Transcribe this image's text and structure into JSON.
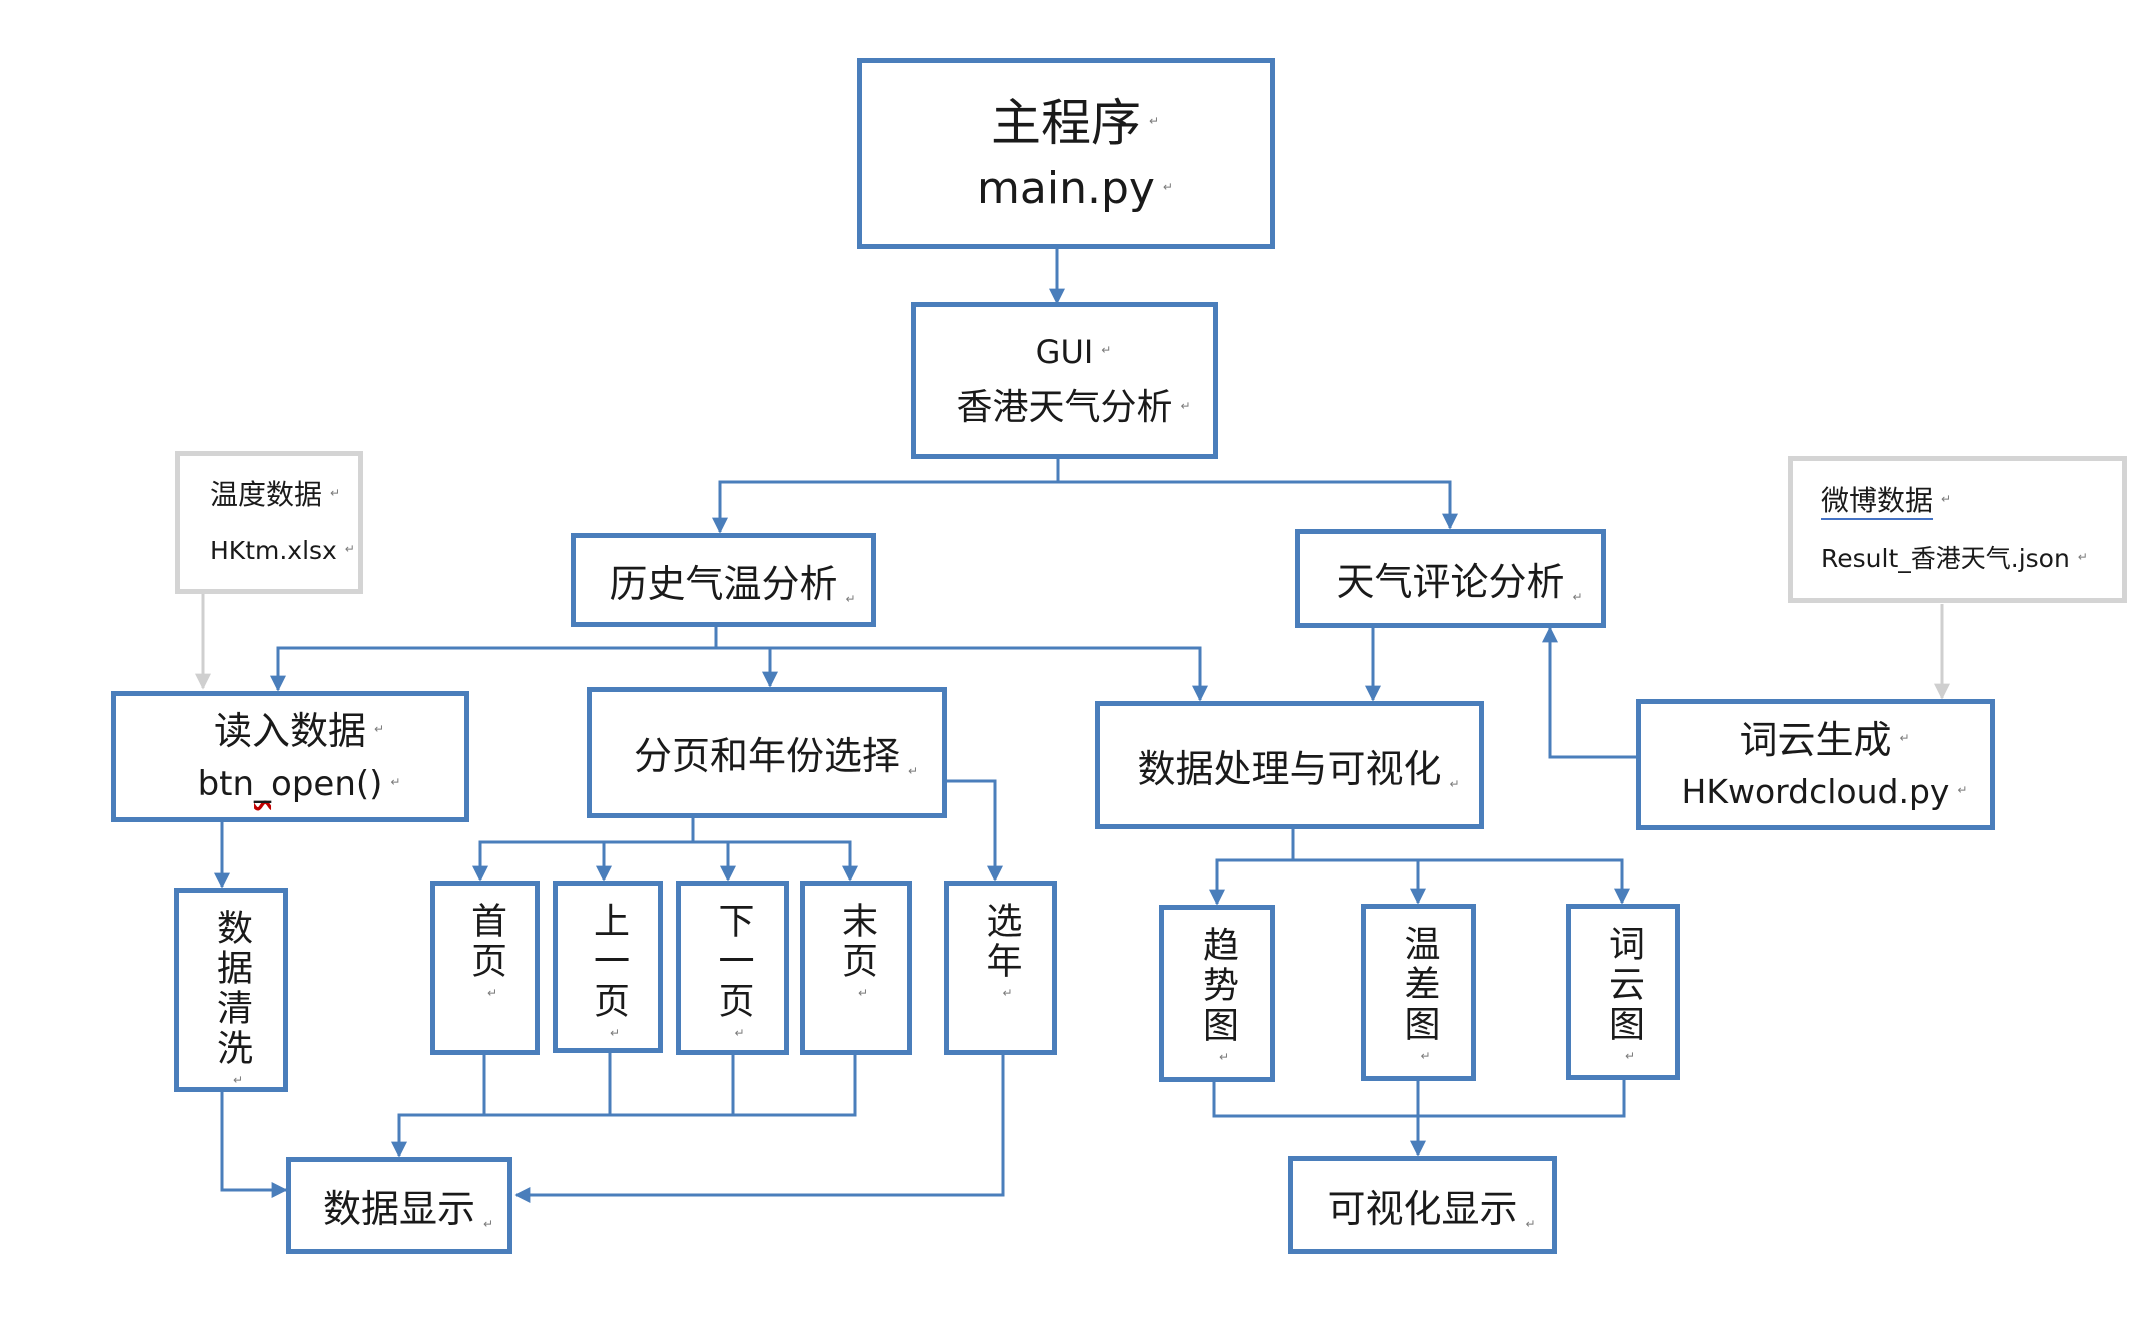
{
  "main": {
    "title": "主程序",
    "file": "main.py"
  },
  "gui": {
    "title": "GUI",
    "subtitle": "香港天气分析"
  },
  "history": {
    "label": "历史气温分析"
  },
  "weather_comment": {
    "label": "天气评论分析"
  },
  "temp_data": {
    "label": "温度数据",
    "file": "HKtm.xlsx"
  },
  "weibo_data": {
    "label": "微博数据",
    "file": "Result_香港天气.json"
  },
  "read_data": {
    "label": "读入数据",
    "func_prefix": "btn",
    "func_underscore": "_",
    "func_suffix": "open()"
  },
  "paging": {
    "label": "分页和年份选择"
  },
  "processing": {
    "label": "数据处理与可视化"
  },
  "wordcloud_gen": {
    "label": "词云生成",
    "file": "HKwordcloud.py"
  },
  "cleaning": {
    "label": "数据清洗"
  },
  "first_page": {
    "label": "首页"
  },
  "prev_page": {
    "label": "上一页"
  },
  "next_page": {
    "label": "下一页"
  },
  "last_page": {
    "label": "末页"
  },
  "year_select": {
    "label": "选年"
  },
  "trend_chart": {
    "label": "趋势图"
  },
  "temp_diff_chart": {
    "label": "温差图"
  },
  "wordcloud_chart": {
    "label": "词云图"
  },
  "data_display": {
    "label": "数据显示"
  },
  "vis_display": {
    "label": "可视化显示"
  },
  "colors": {
    "node_border": "#4a7ebb",
    "connector": "#4a7ebb",
    "input_border": "#d4d4d4",
    "input_arrow": "#cfcfcf"
  }
}
